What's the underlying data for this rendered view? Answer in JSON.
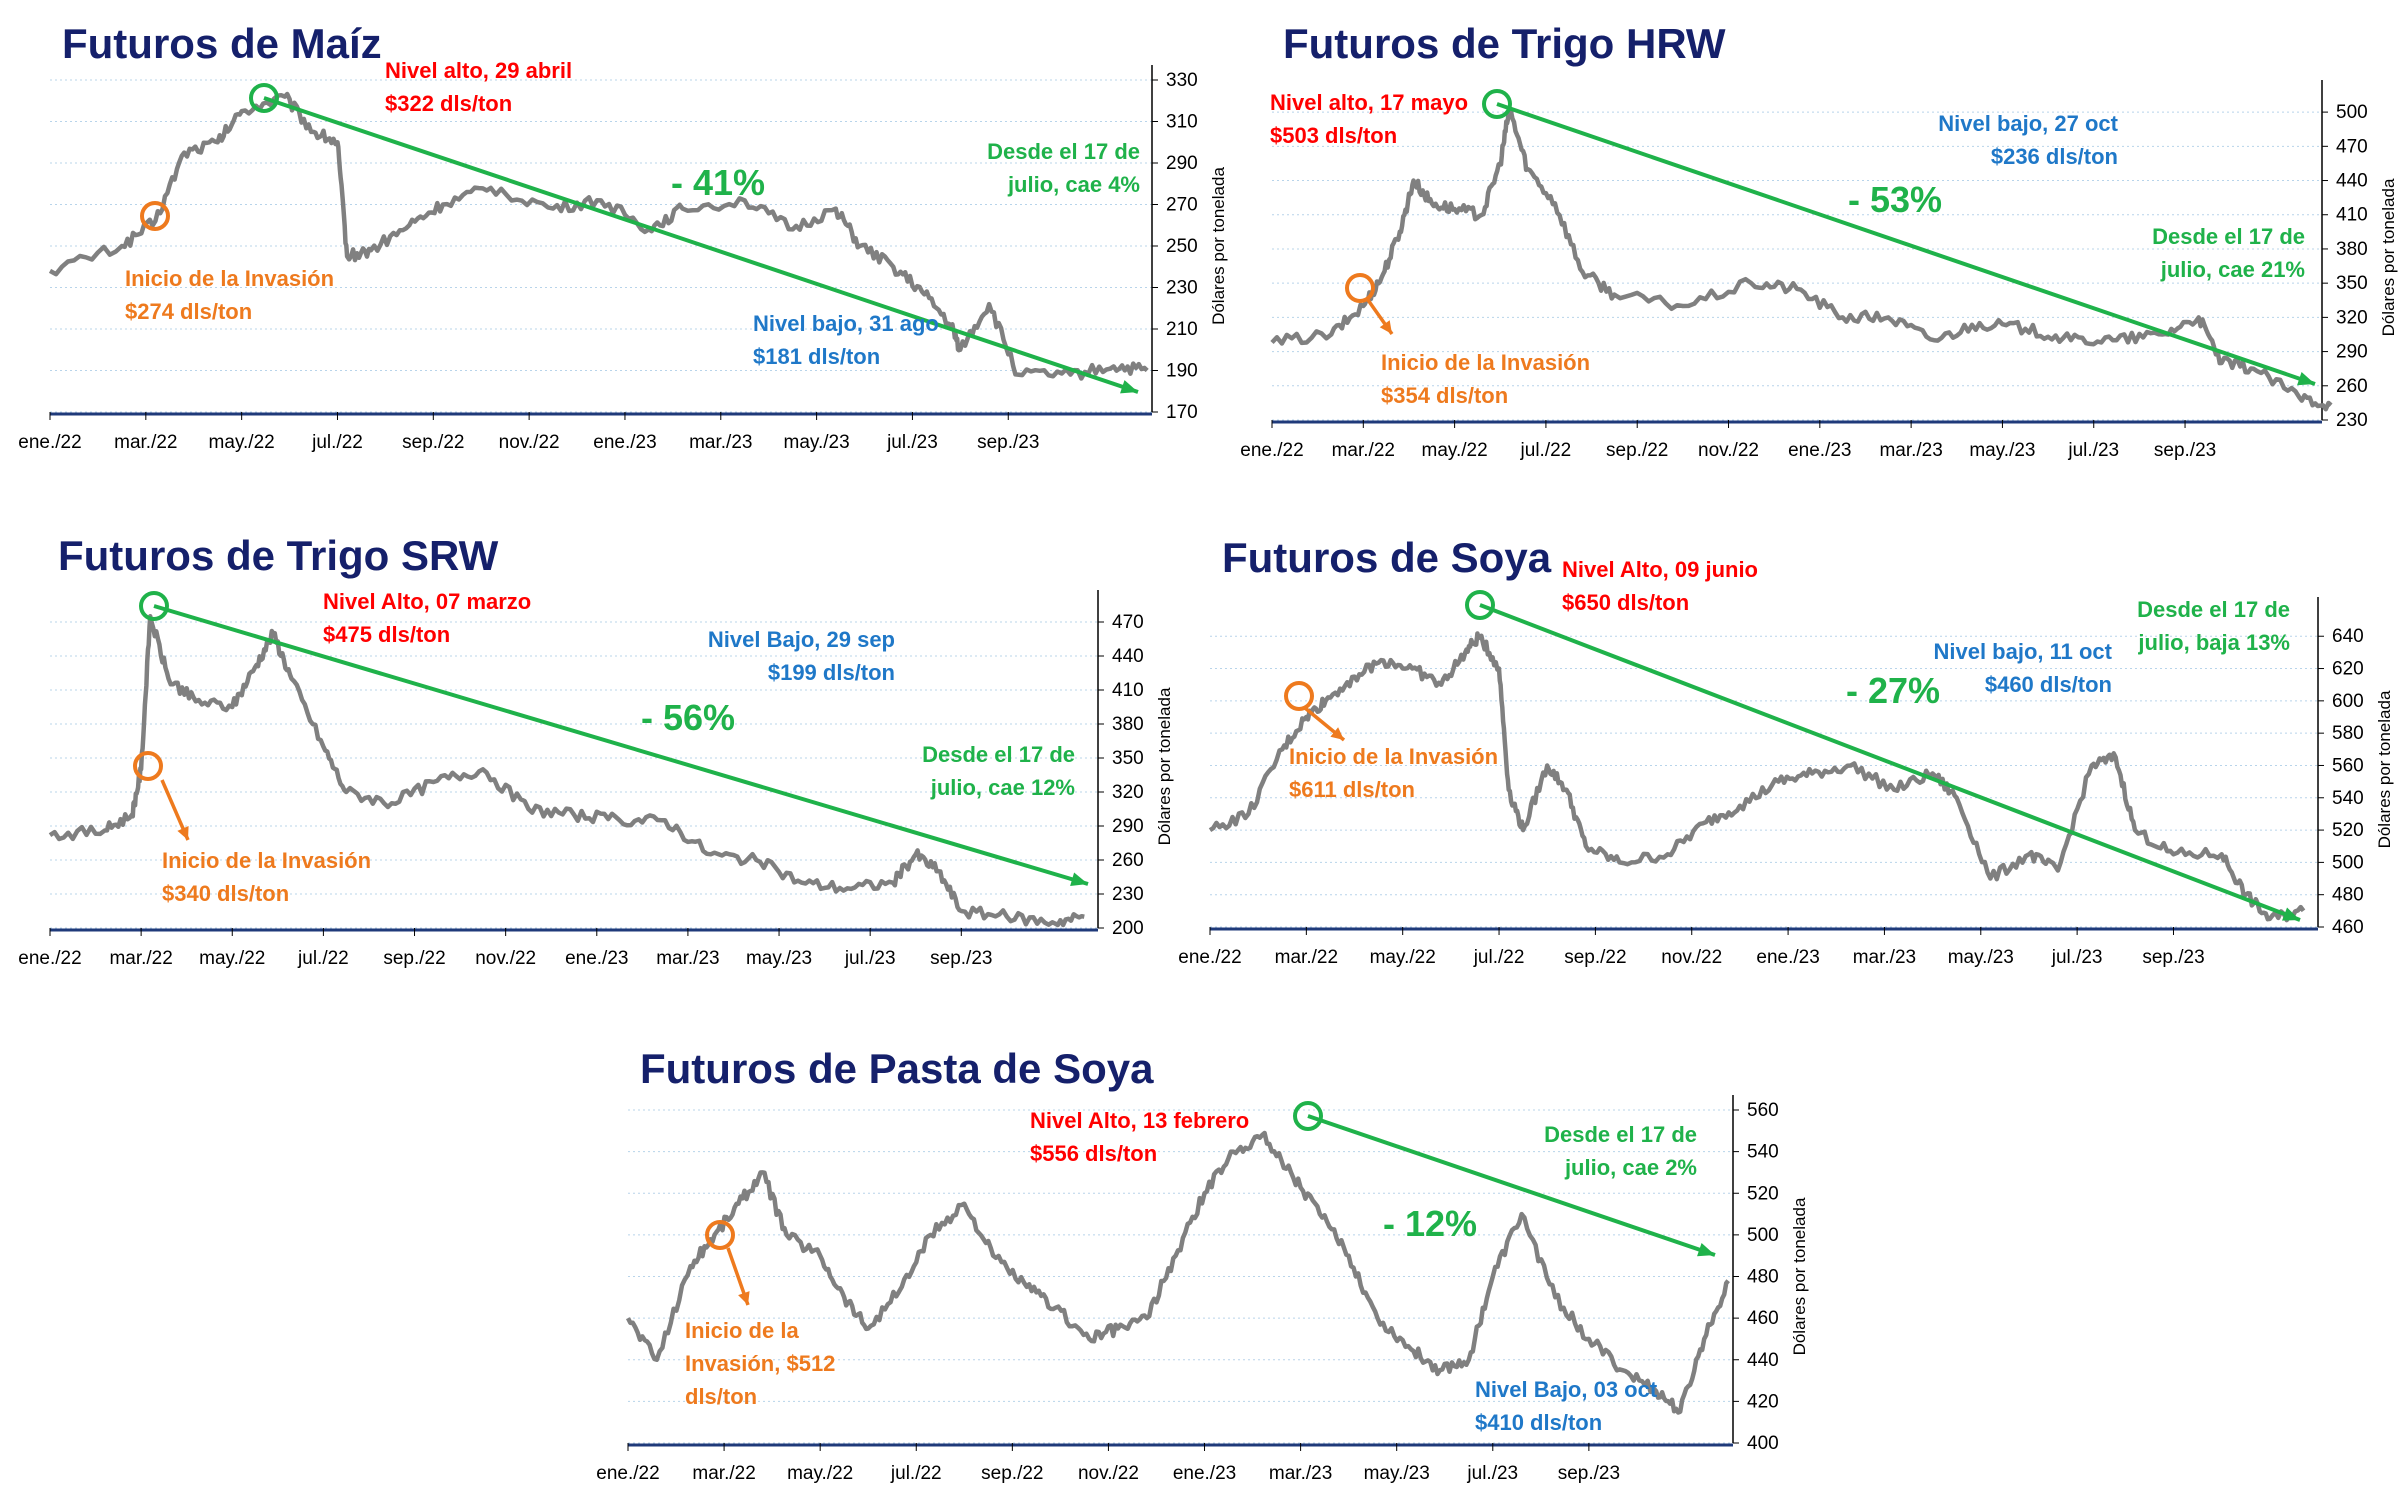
{
  "colors": {
    "title": "#15206b",
    "price_line": "#808080",
    "trend": "#1fb24a",
    "high": "#ff0000",
    "invasion": "#ee7a1e",
    "low": "#1f78c8",
    "baseline": "#1f3a7a",
    "grid": "#b8d4ea"
  },
  "chart_data": [
    {
      "type": "line",
      "title": "Futuros de Maíz",
      "ylabel": "Dólares por tonelada",
      "ylim": [
        170,
        330
      ],
      "yticks": [
        "170",
        "190",
        "210",
        "230",
        "250",
        "270",
        "290",
        "310",
        "330"
      ],
      "xticks": [
        "ene./22",
        "mar./22",
        "may./22",
        "jul./22",
        "sep./22",
        "nov./22",
        "ene./23",
        "mar./23",
        "may./23",
        "jul./23",
        "sep./23"
      ],
      "series": [
        {
          "points": [
            [
              0,
              238
            ],
            [
              1.5,
              250
            ],
            [
              2.2,
              262
            ],
            [
              2.8,
              295
            ],
            [
              3.5,
              300
            ],
            [
              4.0,
              315
            ],
            [
              4.9,
              322
            ],
            [
              5.5,
              305
            ],
            [
              6.0,
              300
            ],
            [
              6.2,
              245
            ],
            [
              6.7,
              248
            ],
            [
              7.5,
              260
            ],
            [
              8.2,
              270
            ],
            [
              9.2,
              278
            ],
            [
              10.5,
              268
            ],
            [
              11.5,
              272
            ],
            [
              12.5,
              258
            ],
            [
              13.2,
              268
            ],
            [
              14.5,
              272
            ],
            [
              15.5,
              258
            ],
            [
              16.4,
              268
            ],
            [
              16.9,
              250
            ],
            [
              17.6,
              240
            ],
            [
              18.2,
              228
            ],
            [
              18.8,
              212
            ],
            [
              19.0,
              200
            ],
            [
              19.6,
              222
            ],
            [
              20.2,
              188
            ],
            [
              21.3,
              188
            ],
            [
              22.2,
              192
            ],
            [
              22.9,
              190
            ]
          ]
        }
      ],
      "annotations": {
        "high": [
          "Nivel alto, 29 abril",
          "$322 dls/ton"
        ],
        "invasion": [
          "Inicio de la Invasión",
          "$274 dls/ton"
        ],
        "low": [
          "Nivel bajo, 31 ago",
          "$181 dls/ton"
        ],
        "since": [
          "Desde el 17 de",
          "julio, cae 4%"
        ],
        "change": "- 41%"
      }
    },
    {
      "type": "line",
      "title": "Futuros de Trigo HRW",
      "ylabel": "Dólares por tonelada",
      "ylim": [
        230,
        515
      ],
      "yticks": [
        "230",
        "260",
        "290",
        "320",
        "350",
        "380",
        "410",
        "440",
        "470",
        "500"
      ],
      "xticks": [
        "ene./22",
        "mar./22",
        "may./22",
        "jul./22",
        "sep./22",
        "nov./22",
        "ene./23",
        "mar./23",
        "may./23",
        "jul./23",
        "sep./23"
      ],
      "series": [
        {
          "points": [
            [
              0,
              298
            ],
            [
              1.3,
              305
            ],
            [
              2.0,
              330
            ],
            [
              2.4,
              355
            ],
            [
              2.8,
              395
            ],
            [
              3.1,
              440
            ],
            [
              3.5,
              420
            ],
            [
              4.0,
              415
            ],
            [
              4.6,
              410
            ],
            [
              5.0,
              455
            ],
            [
              5.2,
              503
            ],
            [
              5.6,
              450
            ],
            [
              6.2,
              420
            ],
            [
              6.8,
              360
            ],
            [
              7.5,
              340
            ],
            [
              9.0,
              330
            ],
            [
              10.5,
              350
            ],
            [
              11.5,
              345
            ],
            [
              12.5,
              320
            ],
            [
              13.5,
              320
            ],
            [
              14.5,
              300
            ],
            [
              15.5,
              315
            ],
            [
              16.5,
              310
            ],
            [
              17.5,
              300
            ],
            [
              18.5,
              300
            ],
            [
              19.5,
              305
            ],
            [
              20.3,
              320
            ],
            [
              20.8,
              280
            ],
            [
              21.5,
              275
            ],
            [
              22.5,
              250
            ],
            [
              23.2,
              243
            ]
          ]
        }
      ],
      "annotations": {
        "high": [
          "Nivel alto, 17 mayo",
          "$503 dls/ton"
        ],
        "invasion": [
          "Inicio de la Invasión",
          "$354 dls/ton"
        ],
        "low": [
          "Nivel bajo, 27 oct",
          "$236 dls/ton"
        ],
        "since": [
          "Desde el 17 de",
          "julio, cae 21%"
        ],
        "change": "- 53%"
      }
    },
    {
      "type": "line",
      "title": "Futuros de Trigo SRW",
      "ylabel": "Dólares por tonelada",
      "ylim": [
        200,
        485
      ],
      "yticks": [
        "200",
        "230",
        "260",
        "290",
        "320",
        "350",
        "380",
        "410",
        "440",
        "470"
      ],
      "xticks": [
        "ene./22",
        "mar./22",
        "may./22",
        "jul./22",
        "sep./22",
        "nov./22",
        "ene./23",
        "mar./23",
        "may./23",
        "jul./23",
        "sep./23"
      ],
      "series": [
        {
          "points": [
            [
              0,
              282
            ],
            [
              1.2,
              286
            ],
            [
              1.8,
              300
            ],
            [
              2.0,
              340
            ],
            [
              2.2,
              475
            ],
            [
              2.6,
              420
            ],
            [
              3.2,
              400
            ],
            [
              4.0,
              395
            ],
            [
              4.5,
              430
            ],
            [
              4.9,
              460
            ],
            [
              5.3,
              420
            ],
            [
              6.0,
              360
            ],
            [
              6.5,
              320
            ],
            [
              7.5,
              310
            ],
            [
              8.5,
              330
            ],
            [
              9.5,
              340
            ],
            [
              10.5,
              305
            ],
            [
              11.5,
              300
            ],
            [
              12.5,
              295
            ],
            [
              13.5,
              295
            ],
            [
              14.5,
              265
            ],
            [
              15.5,
              260
            ],
            [
              16.5,
              240
            ],
            [
              17.5,
              235
            ],
            [
              18.5,
              240
            ],
            [
              19.0,
              265
            ],
            [
              19.5,
              250
            ],
            [
              20.0,
              215
            ],
            [
              21.0,
              210
            ],
            [
              22.0,
              205
            ],
            [
              22.7,
              210
            ]
          ]
        }
      ],
      "annotations": {
        "high": [
          "Nivel Alto, 07 marzo",
          "$475 dls/ton"
        ],
        "invasion": [
          "Inicio de la Invasión",
          "$340 dls/ton"
        ],
        "low": [
          "Nivel Bajo, 29 sep",
          "$199 dls/ton"
        ],
        "since": [
          "Desde el 17 de",
          "julio, cae 12%"
        ],
        "change": "- 56%"
      }
    },
    {
      "type": "line",
      "title": "Futuros de Soya",
      "ylabel": "Dólares por tonelada",
      "ylim": [
        460,
        655
      ],
      "yticks": [
        "460",
        "480",
        "500",
        "520",
        "540",
        "560",
        "580",
        "600",
        "620",
        "640"
      ],
      "xticks": [
        "ene./22",
        "mar./22",
        "may./22",
        "jul./22",
        "sep./22",
        "nov./22",
        "ene./23",
        "mar./23",
        "may./23",
        "jul./23",
        "sep./23"
      ],
      "series": [
        {
          "points": [
            [
              0,
              520
            ],
            [
              0.8,
              530
            ],
            [
              1.5,
              570
            ],
            [
              2.0,
              590
            ],
            [
              2.4,
              600
            ],
            [
              3.0,
              615
            ],
            [
              3.6,
              625
            ],
            [
              4.2,
              620
            ],
            [
              4.8,
              610
            ],
            [
              5.3,
              630
            ],
            [
              5.6,
              640
            ],
            [
              6.0,
              620
            ],
            [
              6.2,
              545
            ],
            [
              6.5,
              520
            ],
            [
              7.0,
              560
            ],
            [
              7.4,
              545
            ],
            [
              7.8,
              510
            ],
            [
              8.5,
              500
            ],
            [
              9.5,
              505
            ],
            [
              10.3,
              525
            ],
            [
              11.0,
              535
            ],
            [
              11.8,
              550
            ],
            [
              12.5,
              555
            ],
            [
              13.3,
              560
            ],
            [
              14.2,
              545
            ],
            [
              15.0,
              555
            ],
            [
              15.5,
              540
            ],
            [
              16.2,
              490
            ],
            [
              17.0,
              505
            ],
            [
              17.6,
              495
            ],
            [
              18.3,
              560
            ],
            [
              18.8,
              565
            ],
            [
              19.2,
              520
            ],
            [
              20.0,
              505
            ],
            [
              21.0,
              505
            ],
            [
              21.5,
              480
            ],
            [
              22.0,
              465
            ],
            [
              22.7,
              470
            ]
          ]
        }
      ],
      "annotations": {
        "high": [
          "Nivel Alto, 09 junio",
          "$650 dls/ton"
        ],
        "invasion": [
          "Inicio de la Invasión",
          "$611 dls/ton"
        ],
        "low": [
          "Nivel bajo, 11 oct",
          "$460 dls/ton"
        ],
        "since": [
          "Desde el 17 de",
          "julio, baja 13%"
        ],
        "change": "- 27%"
      }
    },
    {
      "type": "line",
      "title": "Futuros de Pasta de Soya",
      "ylabel": "Dólares por tonelada",
      "ylim": [
        400,
        560
      ],
      "yticks": [
        "400",
        "420",
        "440",
        "460",
        "480",
        "500",
        "520",
        "540",
        "560"
      ],
      "xticks": [
        "ene./22",
        "mar./22",
        "may./22",
        "jul./22",
        "sep./22",
        "nov./22",
        "ene./23",
        "mar./23",
        "may./23",
        "jul./23",
        "sep./23"
      ],
      "series": [
        {
          "points": [
            [
              0,
              460
            ],
            [
              0.6,
              440
            ],
            [
              1.3,
              485
            ],
            [
              1.8,
              500
            ],
            [
              2.3,
              515
            ],
            [
              2.8,
              530
            ],
            [
              3.3,
              500
            ],
            [
              4.0,
              490
            ],
            [
              4.5,
              470
            ],
            [
              5.0,
              455
            ],
            [
              5.7,
              475
            ],
            [
              6.3,
              500
            ],
            [
              7.0,
              515
            ],
            [
              7.6,
              490
            ],
            [
              8.3,
              475
            ],
            [
              8.9,
              465
            ],
            [
              9.6,
              450
            ],
            [
              10.2,
              455
            ],
            [
              10.8,
              460
            ],
            [
              11.4,
              490
            ],
            [
              12.0,
              520
            ],
            [
              12.6,
              540
            ],
            [
              13.2,
              548
            ],
            [
              13.8,
              530
            ],
            [
              14.4,
              510
            ],
            [
              15.0,
              490
            ],
            [
              15.6,
              460
            ],
            [
              16.3,
              445
            ],
            [
              16.9,
              435
            ],
            [
              17.5,
              440
            ],
            [
              18.0,
              480
            ],
            [
              18.6,
              510
            ],
            [
              19.3,
              470
            ],
            [
              20.0,
              450
            ],
            [
              20.7,
              435
            ],
            [
              21.4,
              425
            ],
            [
              21.9,
              415
            ],
            [
              22.4,
              450
            ],
            [
              22.9,
              478
            ]
          ]
        }
      ],
      "annotations": {
        "high": [
          "Nivel Alto, 13 febrero",
          "$556 dls/ton"
        ],
        "invasion": [
          "Inicio de la",
          "Invasión, $512",
          "dls/ton"
        ],
        "low": [
          "Nivel Bajo, 03 oct",
          "$410 dls/ton"
        ],
        "since": [
          "Desde el 17 de",
          "julio, cae 2%"
        ],
        "change": "- 12%"
      }
    }
  ]
}
